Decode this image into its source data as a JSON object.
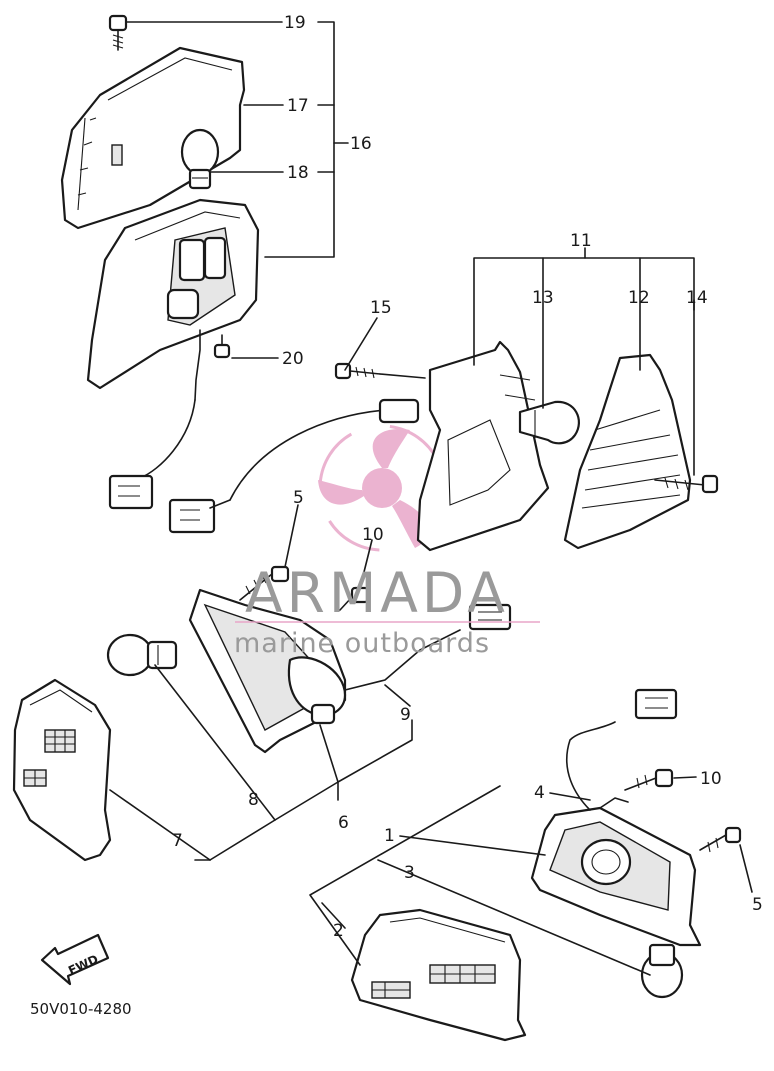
{
  "diagram_code": "50V010-4280",
  "fwd_label": "FWD",
  "watermark": {
    "brand": "ARMADA",
    "tagline": "marine outboards",
    "logo_color": "#e8a6c8"
  },
  "callouts": {
    "c1": "1",
    "c2": "2",
    "c3": "3",
    "c4": "4",
    "c5a": "5",
    "c5b": "5",
    "c6": "6",
    "c7": "7",
    "c8": "8",
    "c9": "9",
    "c10a": "10",
    "c10b": "10",
    "c11": "11",
    "c12": "12",
    "c13": "13",
    "c14": "14",
    "c15": "15",
    "c16": "16",
    "c17": "17",
    "c18": "18",
    "c19": "19",
    "c20": "20"
  }
}
